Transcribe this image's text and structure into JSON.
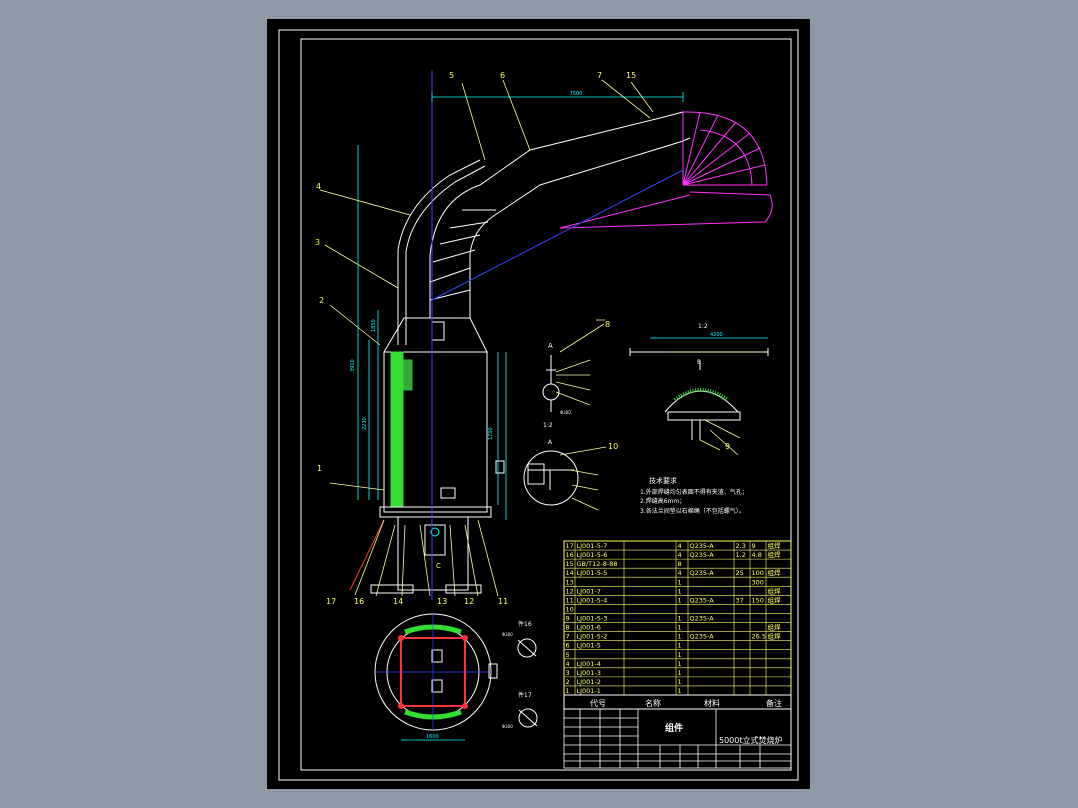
{
  "drawing": {
    "title": "5000t立式焚烧炉",
    "block_label": "组件",
    "header_cols": [
      "代号",
      "名称",
      "材料",
      "备注"
    ],
    "callouts": [
      "1",
      "2",
      "3",
      "4",
      "5",
      "6",
      "7",
      "15",
      "16",
      "17",
      "14",
      "13",
      "12",
      "11",
      "10",
      "9",
      "8"
    ],
    "section_labels": {
      "a": "A",
      "c": "C",
      "ac": "A",
      "mid": "1:2",
      "b": "B",
      "scale_top": "1:2",
      "piece16": "件16",
      "piece17": "件17"
    },
    "dims": {
      "top": "7500",
      "rod_len": "4200",
      "bottom": "1600",
      "left1": "3910",
      "left2": "2230",
      "left3": "1850",
      "right": "1700",
      "d1": "Φ300",
      "d2": "Φ300",
      "d3": "Φ300"
    },
    "notes": {
      "title": "技术要求",
      "lines": [
        "1.外部焊缝均匀表面不得有夹渣、气孔；",
        "2.焊缝高6mm；",
        "3.各法兰间垫以石棉绳（不包括螺气）。"
      ]
    },
    "bom_rows": [
      {
        "no": "17",
        "code": "LJ001-5-7",
        "name": "",
        "qty": "4",
        "mat": "Q235-A",
        "w1": "2.3",
        "w2": "9",
        "note": "组焊"
      },
      {
        "no": "16",
        "code": "LJ001-5-6",
        "name": "",
        "qty": "4",
        "mat": "Q235-A",
        "w1": "1.2",
        "w2": "4.8",
        "note": "组焊"
      },
      {
        "no": "15",
        "code": "GB/T12-8-88",
        "name": "",
        "qty": "8",
        "mat": "",
        "w1": "",
        "w2": "",
        "note": ""
      },
      {
        "no": "14",
        "code": "LJ001-5-5",
        "name": "",
        "qty": "4",
        "mat": "Q235-A",
        "w1": "25",
        "w2": "100",
        "note": "组焊"
      },
      {
        "no": "13",
        "code": "",
        "name": "",
        "qty": "1",
        "mat": "",
        "w1": "",
        "w2": "300",
        "note": ""
      },
      {
        "no": "12",
        "code": "LJ001-7",
        "name": "",
        "qty": "1",
        "mat": "",
        "w1": "",
        "w2": "",
        "note": "组焊"
      },
      {
        "no": "11",
        "code": "LJ001-5-4",
        "name": "",
        "qty": "1",
        "mat": "Q235-A",
        "w1": "37",
        "w2": "150",
        "note": "组焊"
      },
      {
        "no": "10",
        "code": "",
        "name": "",
        "qty": "",
        "mat": "",
        "w1": "",
        "w2": "",
        "note": ""
      },
      {
        "no": "9",
        "code": "LJ001-5-3",
        "name": "",
        "qty": "1",
        "mat": "Q235-A",
        "w1": "",
        "w2": "",
        "note": ""
      },
      {
        "no": "8",
        "code": "LJ001-6",
        "name": "",
        "qty": "1",
        "mat": "",
        "w1": "",
        "w2": "",
        "note": "组焊"
      },
      {
        "no": "7",
        "code": "LJ001-5-2",
        "name": "",
        "qty": "1",
        "mat": "Q235-A",
        "w1": "",
        "w2": "26.5",
        "note": "组焊"
      },
      {
        "no": "6",
        "code": "LJ001-5",
        "name": "",
        "qty": "1",
        "mat": "",
        "w1": "",
        "w2": "",
        "note": ""
      },
      {
        "no": "5",
        "code": "",
        "name": "",
        "qty": "1",
        "mat": "",
        "w1": "",
        "w2": "",
        "note": ""
      },
      {
        "no": "4",
        "code": "LJ001-4",
        "name": "",
        "qty": "1",
        "mat": "",
        "w1": "",
        "w2": "",
        "note": ""
      },
      {
        "no": "3",
        "code": "LJ001-3",
        "name": "",
        "qty": "1",
        "mat": "",
        "w1": "",
        "w2": "",
        "note": ""
      },
      {
        "no": "2",
        "code": "LJ001-2",
        "name": "",
        "qty": "1",
        "mat": "",
        "w1": "",
        "w2": "",
        "note": ""
      },
      {
        "no": "1",
        "code": "LJ001-1",
        "name": "",
        "qty": "1",
        "mat": "",
        "w1": "",
        "w2": "",
        "note": ""
      }
    ]
  }
}
